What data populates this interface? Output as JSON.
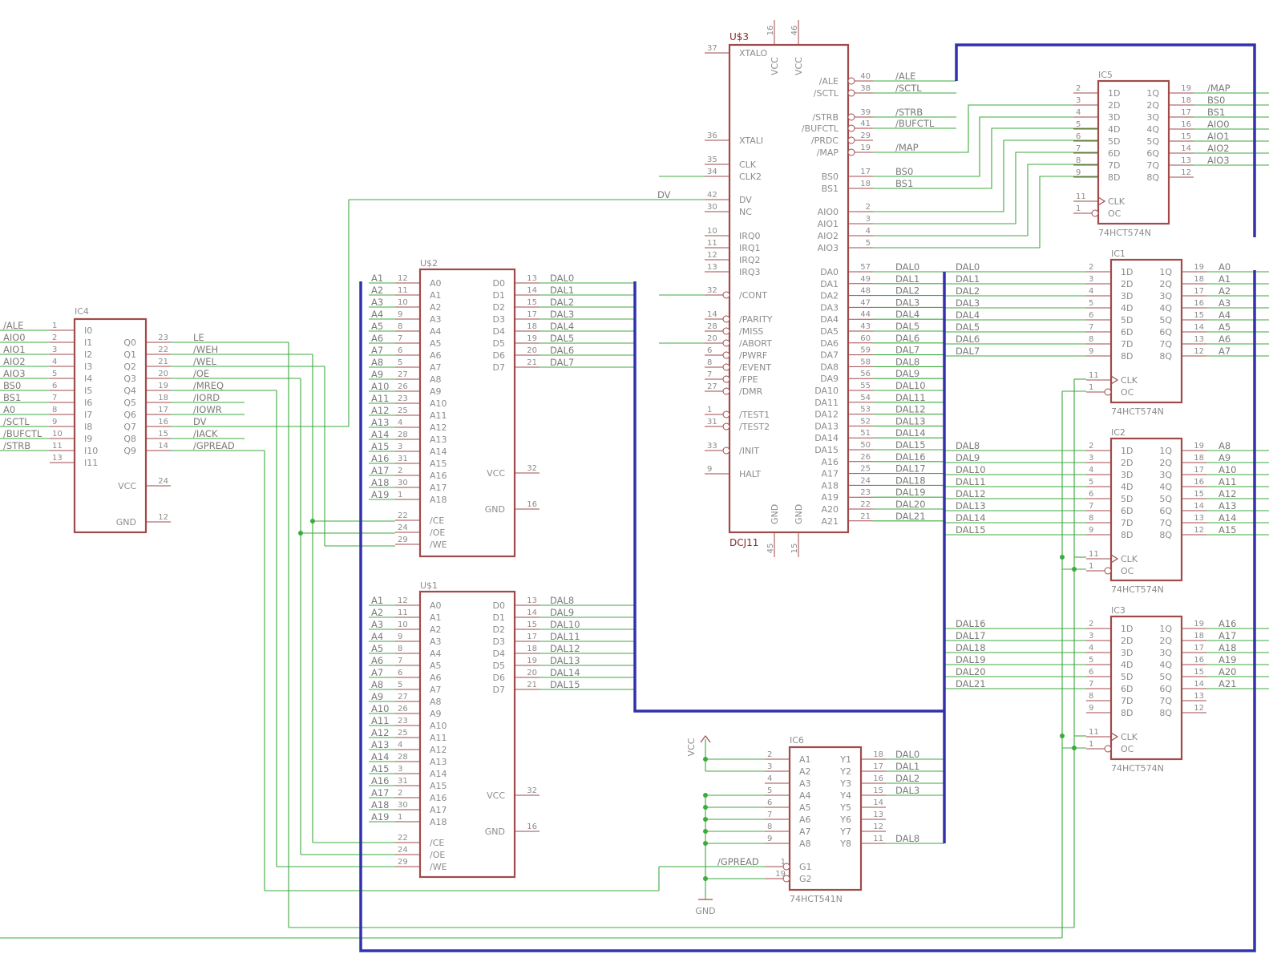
{
  "colors": {
    "background": "#ffffff",
    "part": "#a24a4a",
    "wire": "#3caa3c",
    "bus": "#3232aa",
    "text": "#8c8c8c"
  },
  "power": {
    "vcc": "VCC",
    "gnd": "GND"
  },
  "ic4": {
    "name": "IC4",
    "inputs": [
      {
        "pin": "1",
        "label": "I0",
        "net": "/ALE"
      },
      {
        "pin": "2",
        "label": "I1",
        "net": "AIO0"
      },
      {
        "pin": "3",
        "label": "I2",
        "net": "AIO1"
      },
      {
        "pin": "4",
        "label": "I3",
        "net": "AIO2"
      },
      {
        "pin": "5",
        "label": "I4",
        "net": "AIO3"
      },
      {
        "pin": "6",
        "label": "I5",
        "net": "BS0"
      },
      {
        "pin": "7",
        "label": "I6",
        "net": "BS1"
      },
      {
        "pin": "8",
        "label": "I7",
        "net": "A0"
      },
      {
        "pin": "9",
        "label": "I8",
        "net": "/SCTL"
      },
      {
        "pin": "10",
        "label": "I9",
        "net": "/BUFCTL"
      },
      {
        "pin": "11",
        "label": "I10",
        "net": "/STRB"
      },
      {
        "pin": "13",
        "label": "I11",
        "net": ""
      }
    ],
    "outputs": [
      {
        "pin": "23",
        "label": "Q0",
        "net": "LE"
      },
      {
        "pin": "22",
        "label": "Q1",
        "net": "/WEH"
      },
      {
        "pin": "21",
        "label": "Q2",
        "net": "/WEL"
      },
      {
        "pin": "20",
        "label": "Q3",
        "net": "/OE"
      },
      {
        "pin": "19",
        "label": "Q4",
        "net": "/MREQ"
      },
      {
        "pin": "18",
        "label": "Q5",
        "net": "/IORD"
      },
      {
        "pin": "17",
        "label": "Q6",
        "net": "/IOWR"
      },
      {
        "pin": "16",
        "label": "Q7",
        "net": "DV"
      },
      {
        "pin": "15",
        "label": "Q8",
        "net": "/IACK"
      },
      {
        "pin": "14",
        "label": "Q9",
        "net": "/GPREAD"
      }
    ],
    "power": [
      {
        "pin": "24",
        "label": "VCC"
      },
      {
        "pin": "12",
        "label": "GND"
      }
    ]
  },
  "memory": {
    "addr_pins": [
      "12",
      "11",
      "10",
      "9",
      "8",
      "7",
      "6",
      "5",
      "27",
      "26",
      "23",
      "25",
      "4",
      "28",
      "3",
      "31",
      "2",
      "30",
      "1"
    ],
    "addr_inner": [
      "A0",
      "A1",
      "A2",
      "A3",
      "A4",
      "A5",
      "A6",
      "A7",
      "A8",
      "A9",
      "A10",
      "A11",
      "A12",
      "A13",
      "A14",
      "A15",
      "A16",
      "A17",
      "A18"
    ],
    "addr_nets": [
      "A1",
      "A2",
      "A3",
      "A4",
      "A5",
      "A6",
      "A7",
      "A8",
      "A9",
      "A10",
      "A11",
      "A12",
      "A13",
      "A14",
      "A15",
      "A16",
      "A17",
      "A18",
      "A19"
    ],
    "data_pins": [
      "13",
      "14",
      "15",
      "17",
      "18",
      "19",
      "20",
      "21"
    ],
    "data_inner": [
      "D0",
      "D1",
      "D2",
      "D3",
      "D4",
      "D5",
      "D6",
      "D7"
    ],
    "ctrl": [
      {
        "pin": "22",
        "label": "/CE"
      },
      {
        "pin": "24",
        "label": "/OE"
      },
      {
        "pin": "29",
        "label": "/WE"
      }
    ],
    "power": [
      {
        "pin": "32",
        "label": "VCC"
      },
      {
        "pin": "16",
        "label": "GND"
      }
    ],
    "u2": {
      "name": "U$2",
      "data_nets": [
        "DAL0",
        "DAL1",
        "DAL2",
        "DAL3",
        "DAL4",
        "DAL5",
        "DAL6",
        "DAL7"
      ]
    },
    "u1": {
      "name": "U$1",
      "data_nets": [
        "DAL8",
        "DAL9",
        "DAL10",
        "DAL11",
        "DAL12",
        "DAL13",
        "DAL14",
        "DAL15"
      ]
    }
  },
  "u3": {
    "name": "U$3",
    "value": "DCJ11",
    "top_pins": [
      {
        "pin": "16",
        "label": "VCC"
      },
      {
        "pin": "46",
        "label": "VCC"
      }
    ],
    "bottom_pins": [
      {
        "pin": "45",
        "label": "GND"
      },
      {
        "pin": "15",
        "label": "GND"
      }
    ],
    "left": [
      {
        "pin": "37",
        "label": "XTALO",
        "net": ""
      },
      {
        "pin": "36",
        "label": "XTALI",
        "net": ""
      },
      {
        "pin": "35",
        "label": "CLK",
        "net": ""
      },
      {
        "pin": "34",
        "label": "CLK2",
        "net": ""
      },
      {
        "pin": "42",
        "label": "DV",
        "net": "DV"
      },
      {
        "pin": "30",
        "label": "NC",
        "net": ""
      },
      {
        "pin": "10",
        "label": "IRQ0",
        "net": ""
      },
      {
        "pin": "11",
        "label": "IRQ1",
        "net": ""
      },
      {
        "pin": "12",
        "label": "IRQ2",
        "net": ""
      },
      {
        "pin": "13",
        "label": "IRQ3",
        "net": ""
      },
      {
        "pin": "32",
        "label": "/CONT",
        "net": ""
      },
      {
        "pin": "14",
        "label": "/PARITY",
        "net": ""
      },
      {
        "pin": "28",
        "label": "/MISS",
        "net": ""
      },
      {
        "pin": "20",
        "label": "/ABORT",
        "net": ""
      },
      {
        "pin": "6",
        "label": "/PWRF",
        "net": ""
      },
      {
        "pin": "8",
        "label": "/EVENT",
        "net": ""
      },
      {
        "pin": "7",
        "label": "/FPE",
        "net": ""
      },
      {
        "pin": "27",
        "label": "/DMR",
        "net": ""
      },
      {
        "pin": "1",
        "label": "/TEST1",
        "net": ""
      },
      {
        "pin": "31",
        "label": "/TEST2",
        "net": ""
      },
      {
        "pin": "33",
        "label": "/INIT",
        "net": ""
      },
      {
        "pin": "9",
        "label": "HALT",
        "net": ""
      }
    ],
    "right_ctrl": [
      {
        "pin": "40",
        "label": "/ALE",
        "net": "/ALE"
      },
      {
        "pin": "38",
        "label": "/SCTL",
        "net": "/SCTL"
      },
      {
        "pin": "39",
        "label": "/STRB",
        "net": "/STRB"
      },
      {
        "pin": "41",
        "label": "/BUFCTL",
        "net": "/BUFCTL"
      },
      {
        "pin": "29",
        "label": "/PRDC",
        "net": ""
      },
      {
        "pin": "19",
        "label": "/MAP",
        "net": "/MAP"
      },
      {
        "pin": "17",
        "label": "BS0",
        "net": "BS0"
      },
      {
        "pin": "18",
        "label": "BS1",
        "net": "BS1"
      },
      {
        "pin": "2",
        "label": "AIO0",
        "net": ""
      },
      {
        "pin": "3",
        "label": "AIO1",
        "net": ""
      },
      {
        "pin": "4",
        "label": "AIO2",
        "net": ""
      },
      {
        "pin": "5",
        "label": "AIO3",
        "net": ""
      }
    ],
    "right_dal": [
      {
        "pin": "57",
        "label": "DA0",
        "net": "DAL0"
      },
      {
        "pin": "49",
        "label": "DA1",
        "net": "DAL1"
      },
      {
        "pin": "48",
        "label": "DA2",
        "net": "DAL2"
      },
      {
        "pin": "47",
        "label": "DA3",
        "net": "DAL3"
      },
      {
        "pin": "44",
        "label": "DA4",
        "net": "DAL4"
      },
      {
        "pin": "43",
        "label": "DA5",
        "net": "DAL5"
      },
      {
        "pin": "60",
        "label": "DA6",
        "net": "DAL6"
      },
      {
        "pin": "59",
        "label": "DA7",
        "net": "DAL7"
      },
      {
        "pin": "58",
        "label": "DA8",
        "net": "DAL8"
      },
      {
        "pin": "56",
        "label": "DA9",
        "net": "DAL9"
      },
      {
        "pin": "55",
        "label": "DA10",
        "net": "DAL10"
      },
      {
        "pin": "54",
        "label": "DA11",
        "net": "DAL11"
      },
      {
        "pin": "53",
        "label": "DA12",
        "net": "DAL12"
      },
      {
        "pin": "52",
        "label": "DA13",
        "net": "DAL13"
      },
      {
        "pin": "51",
        "label": "DA14",
        "net": "DAL14"
      },
      {
        "pin": "50",
        "label": "DA15",
        "net": "DAL15"
      },
      {
        "pin": "26",
        "label": "A16",
        "net": "DAL16"
      },
      {
        "pin": "25",
        "label": "A17",
        "net": "DAL17"
      },
      {
        "pin": "24",
        "label": "A18",
        "net": "DAL18"
      },
      {
        "pin": "23",
        "label": "A19",
        "net": "DAL19"
      },
      {
        "pin": "22",
        "label": "A20",
        "net": "DAL20"
      },
      {
        "pin": "21",
        "label": "A21",
        "net": "DAL21"
      }
    ]
  },
  "latch": {
    "value": "74HCT574N",
    "in_pins": [
      "2",
      "3",
      "4",
      "5",
      "6",
      "7",
      "8",
      "9"
    ],
    "in_labels": [
      "1D",
      "2D",
      "3D",
      "4D",
      "5D",
      "6D",
      "7D",
      "8D"
    ],
    "out_pins": [
      "19",
      "18",
      "17",
      "16",
      "15",
      "14",
      "13",
      "12"
    ],
    "out_labels": [
      "1Q",
      "2Q",
      "3Q",
      "4Q",
      "5Q",
      "6Q",
      "7Q",
      "8Q"
    ],
    "clk": {
      "pin": "11",
      "label": "CLK"
    },
    "oc": {
      "pin": "1",
      "label": "OC"
    },
    "ic5": {
      "name": "IC5",
      "in_nets": [
        "",
        "",
        "",
        "",
        "",
        "",
        "",
        ""
      ],
      "out_nets": [
        "/MAP",
        "BS0",
        "BS1",
        "AIO0",
        "AIO1",
        "AIO2",
        "AIO3",
        ""
      ]
    },
    "ic1": {
      "name": "IC1",
      "in_nets": [
        "DAL0",
        "DAL1",
        "DAL2",
        "DAL3",
        "DAL4",
        "DAL5",
        "DAL6",
        "DAL7"
      ],
      "out_nets": [
        "A0",
        "A1",
        "A2",
        "A3",
        "A4",
        "A5",
        "A6",
        "A7"
      ]
    },
    "ic2": {
      "name": "IC2",
      "in_nets": [
        "DAL8",
        "DAL9",
        "DAL10",
        "DAL11",
        "DAL12",
        "DAL13",
        "DAL14",
        "DAL15"
      ],
      "out_nets": [
        "A8",
        "A9",
        "A10",
        "A11",
        "A12",
        "A13",
        "A14",
        "A15"
      ]
    },
    "ic3": {
      "name": "IC3",
      "in_nets": [
        "DAL16",
        "DAL17",
        "DAL18",
        "DAL19",
        "DAL20",
        "DAL21",
        "",
        ""
      ],
      "out_nets": [
        "A16",
        "A17",
        "A18",
        "A19",
        "A20",
        "A21",
        "",
        ""
      ]
    }
  },
  "ic6": {
    "name": "IC6",
    "value": "74HCT541N",
    "in_pins": [
      "2",
      "3",
      "4",
      "5",
      "6",
      "7",
      "8",
      "9"
    ],
    "in_labels": [
      "A1",
      "A2",
      "A3",
      "A4",
      "A5",
      "A6",
      "A7",
      "A8"
    ],
    "out_pins": [
      "18",
      "17",
      "16",
      "15",
      "14",
      "13",
      "12",
      "11"
    ],
    "out_labels": [
      "Y1",
      "Y2",
      "Y3",
      "Y4",
      "Y5",
      "Y6",
      "Y7",
      "Y8"
    ],
    "out_nets": [
      "DAL0",
      "DAL1",
      "DAL2",
      "DAL3",
      "",
      "",
      "",
      "DAL8"
    ],
    "g": [
      {
        "pin": "1",
        "label": "G1",
        "net": "/GPREAD"
      },
      {
        "pin": "19",
        "label": "G2",
        "net": ""
      }
    ]
  }
}
